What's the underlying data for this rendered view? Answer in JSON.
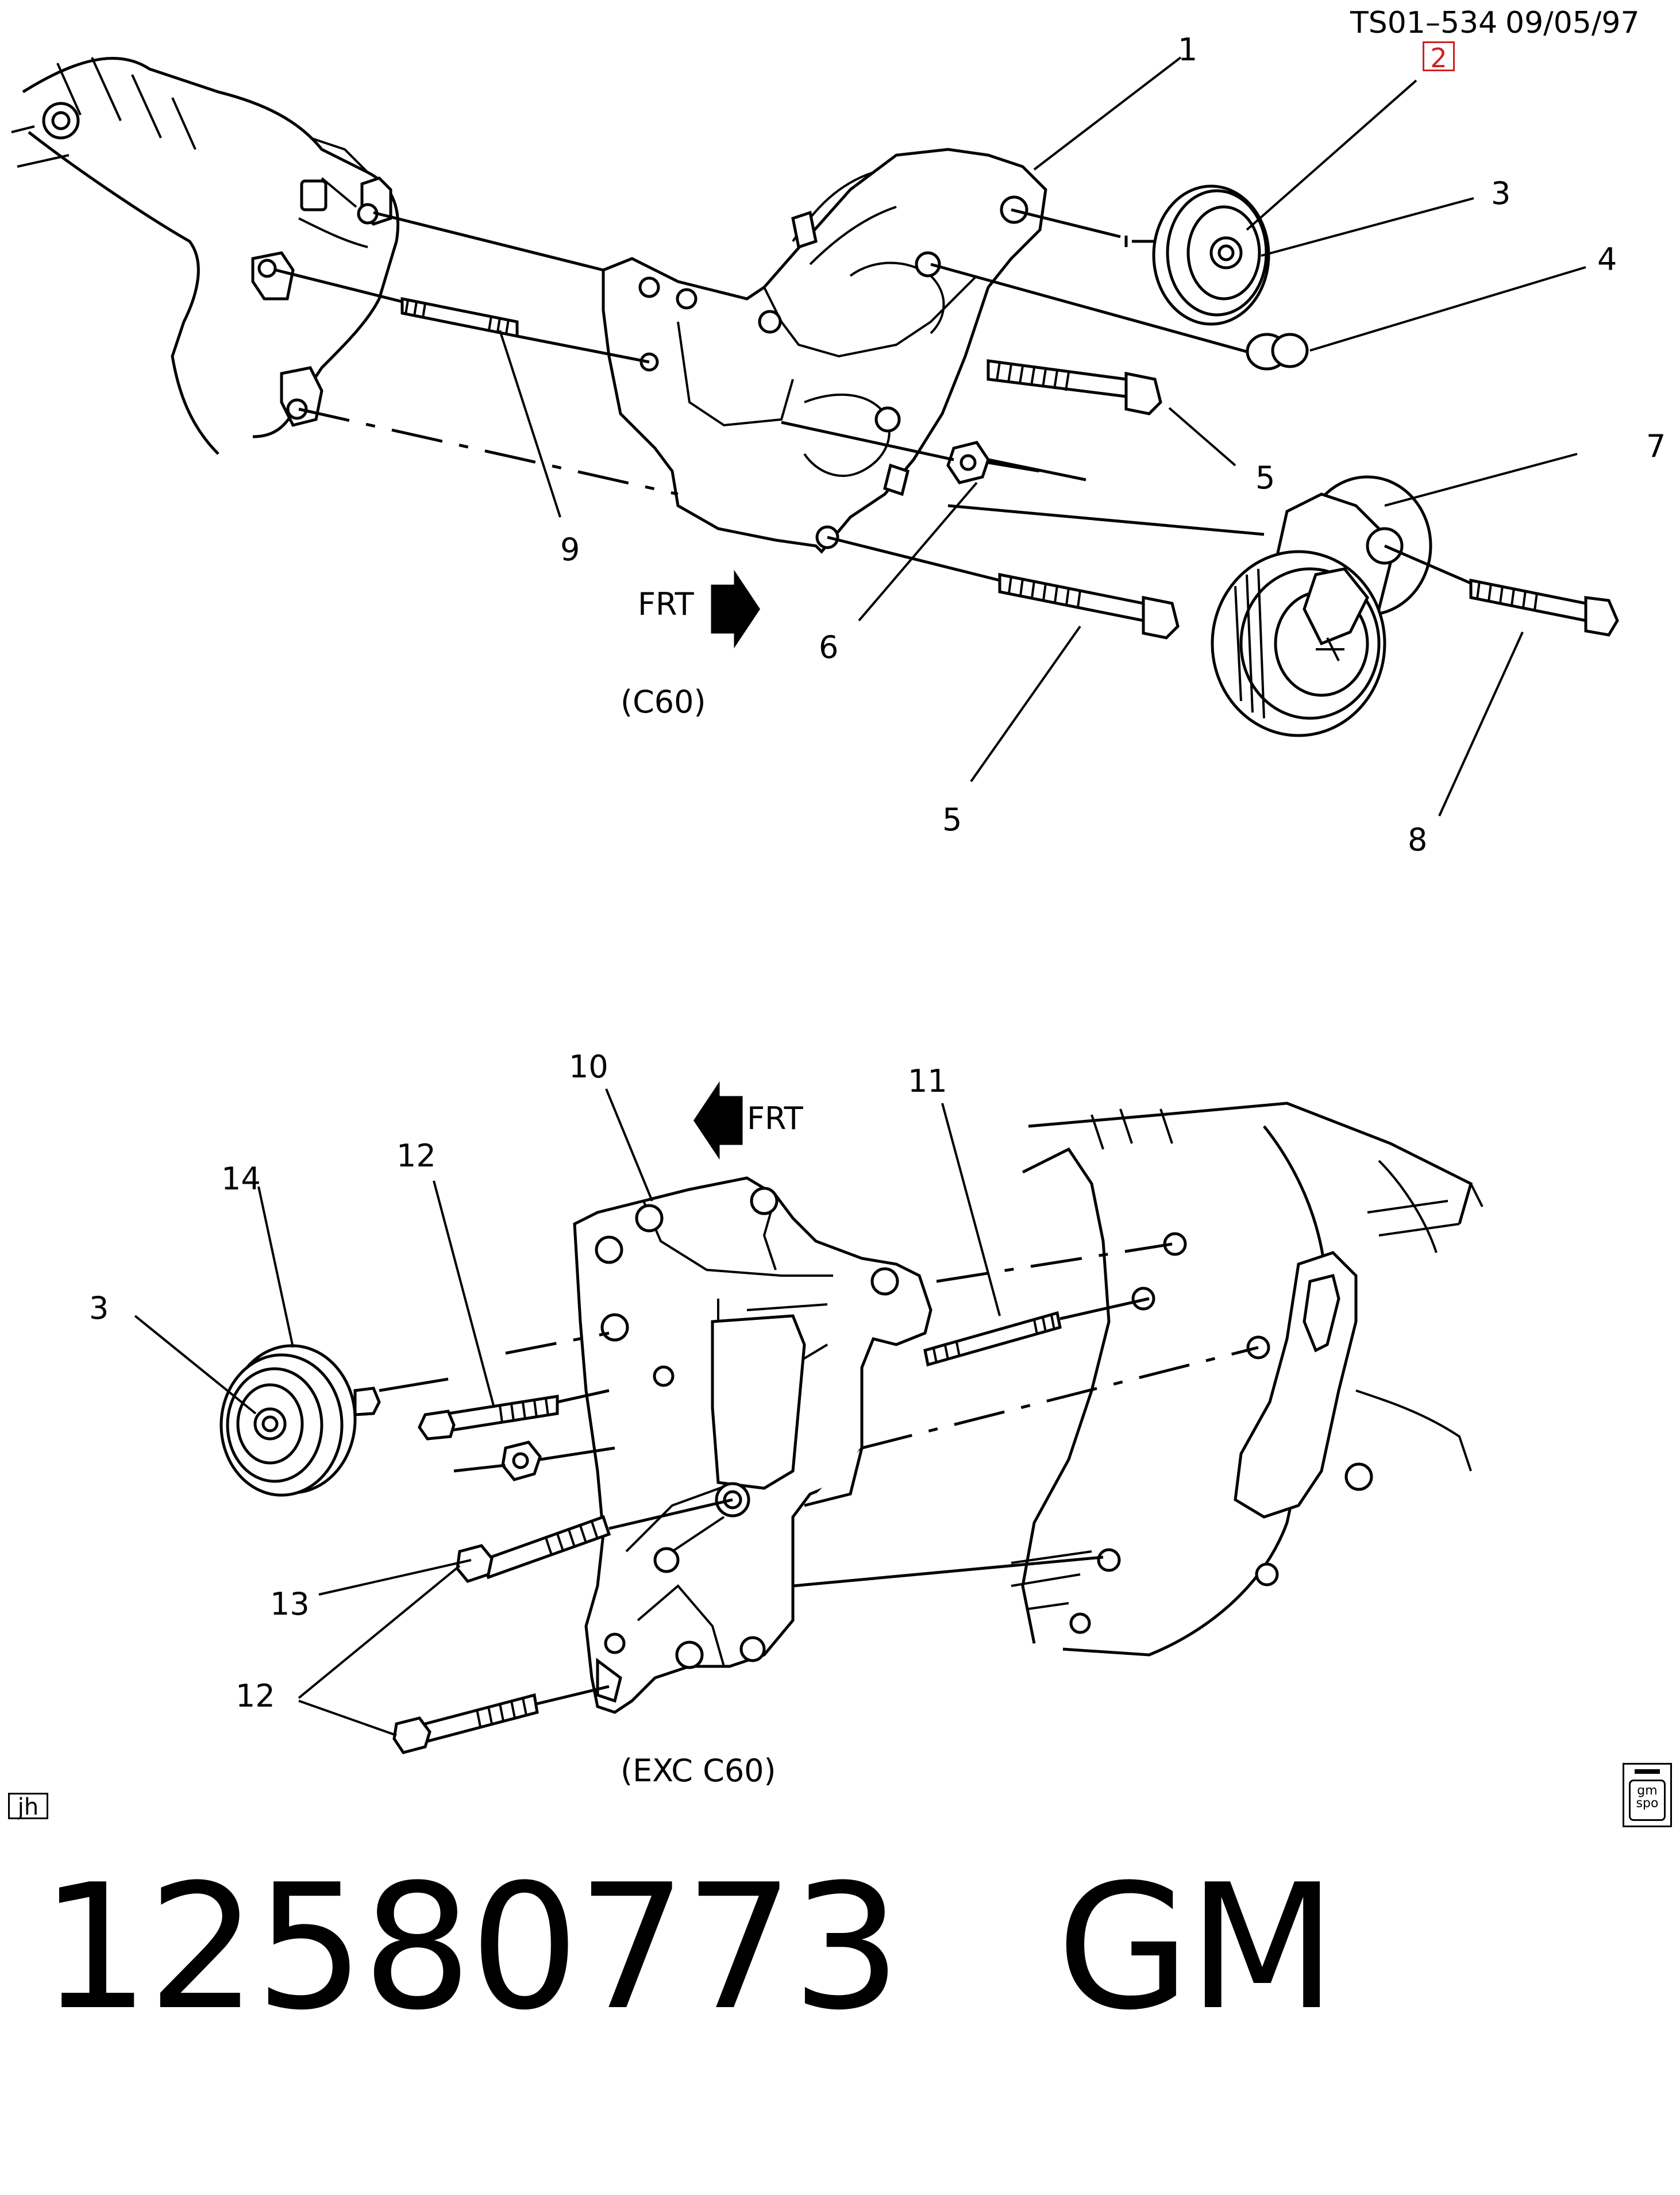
{
  "header": {
    "code": "TS01–534",
    "date": "09/05/97",
    "sheet_badge": "2"
  },
  "top_view": {
    "variant_label": "(C60)",
    "direction_label": "FRT",
    "callouts": [
      "1",
      "2",
      "3",
      "4",
      "5",
      "5",
      "6",
      "7",
      "8",
      "9"
    ]
  },
  "bottom_view": {
    "variant_label": "(EXC C60)",
    "direction_label": "FRT",
    "callouts": [
      "10",
      "11",
      "12",
      "12",
      "13",
      "14",
      "3"
    ]
  },
  "footer": {
    "jh_box": "jh",
    "gm_logo_text": "gm spo"
  },
  "part_number": "12580773",
  "brand": "GM"
}
